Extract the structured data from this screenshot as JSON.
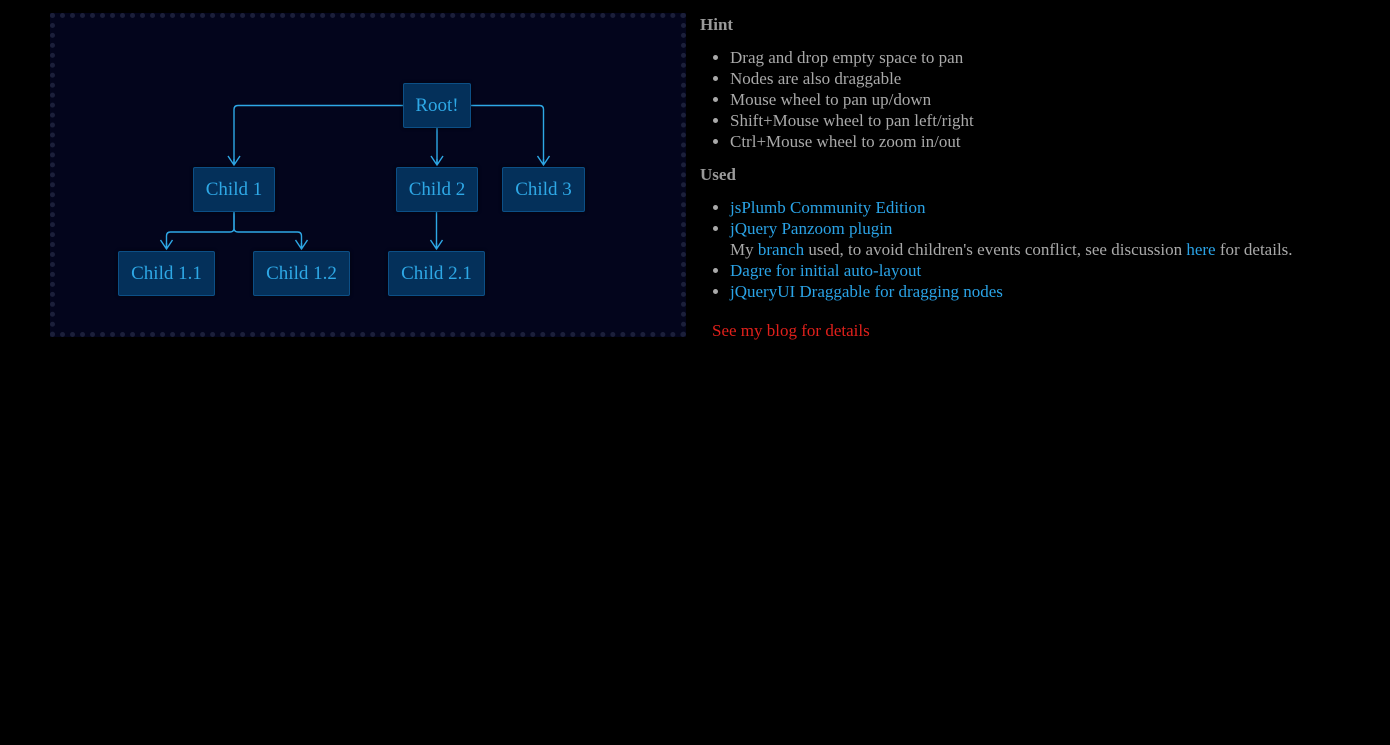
{
  "diagram": {
    "nodes": [
      {
        "id": "root",
        "label": "Root!"
      },
      {
        "id": "c1",
        "label": "Child 1"
      },
      {
        "id": "c2",
        "label": "Child 2"
      },
      {
        "id": "c3",
        "label": "Child 3"
      },
      {
        "id": "c11",
        "label": "Child 1.1"
      },
      {
        "id": "c12",
        "label": "Child 1.2"
      },
      {
        "id": "c21",
        "label": "Child 2.1"
      }
    ],
    "edges": [
      {
        "from": "root",
        "to": "c1"
      },
      {
        "from": "root",
        "to": "c2"
      },
      {
        "from": "root",
        "to": "c3"
      },
      {
        "from": "c1",
        "to": "c11"
      },
      {
        "from": "c1",
        "to": "c12"
      },
      {
        "from": "c2",
        "to": "c21"
      }
    ],
    "colors": {
      "canvas_bg": "#03051c",
      "node_bg": "#04305a",
      "node_text": "#2ea8e6",
      "edge": "#2ea8e6"
    }
  },
  "hint": {
    "heading": "Hint",
    "items": [
      "Drag and drop empty space to pan",
      "Nodes are also draggable",
      "Mouse wheel to pan up/down",
      "Shift+Mouse wheel to pan left/right",
      "Ctrl+Mouse wheel to zoom in/out"
    ]
  },
  "used": {
    "heading": "Used",
    "jsplumb": "jsPlumb Community Edition",
    "panzoom": "jQuery Panzoom plugin",
    "panzoom_note_prefix": "My ",
    "panzoom_note_branch": "branch",
    "panzoom_note_middle": " used, to avoid children's events conflict, see discussion ",
    "panzoom_note_here": "here",
    "panzoom_note_suffix": " for details.",
    "dagre": "Dagre for initial auto-layout",
    "draggable": "jQueryUI Draggable for dragging nodes"
  },
  "blog_link": "See my blog for details"
}
